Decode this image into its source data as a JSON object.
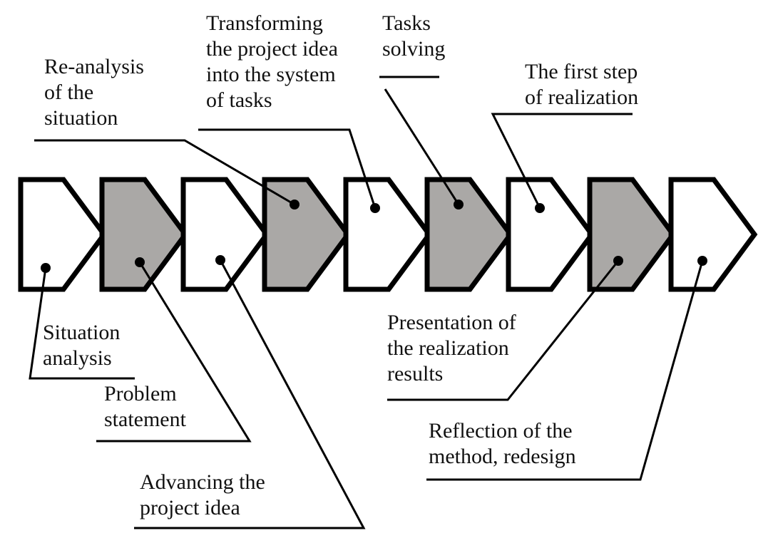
{
  "diagram": {
    "type": "process-chevron-chain",
    "colors": {
      "filled": "#aaa8a6",
      "empty": "#ffffff",
      "outline": "#000000"
    },
    "steps": [
      {
        "id": 1,
        "label_lines": [
          "Situation",
          "analysis"
        ],
        "fill": "empty",
        "label_position": "below"
      },
      {
        "id": 2,
        "label_lines": [
          "Problem",
          "statement"
        ],
        "fill": "filled",
        "label_position": "below"
      },
      {
        "id": 3,
        "label_lines": [
          "Advancing the",
          "project idea"
        ],
        "fill": "empty",
        "label_position": "below"
      },
      {
        "id": 4,
        "label_lines": [
          "Re-analysis",
          "of the",
          "situation"
        ],
        "fill": "filled",
        "label_position": "above"
      },
      {
        "id": 5,
        "label_lines": [
          "Transforming",
          "the project idea",
          "into the system",
          "of tasks"
        ],
        "fill": "empty",
        "label_position": "above"
      },
      {
        "id": 6,
        "label_lines": [
          "Tasks",
          "solving"
        ],
        "fill": "filled",
        "label_position": "above"
      },
      {
        "id": 7,
        "label_lines": [
          "The first step",
          "of realization"
        ],
        "fill": "empty",
        "label_position": "above"
      },
      {
        "id": 8,
        "label_lines": [
          "Presentation of",
          "the realization",
          "results"
        ],
        "fill": "filled",
        "label_position": "below"
      },
      {
        "id": 9,
        "label_lines": [
          "Reflection of the",
          "method, redesign"
        ],
        "fill": "empty",
        "label_position": "below"
      }
    ]
  }
}
